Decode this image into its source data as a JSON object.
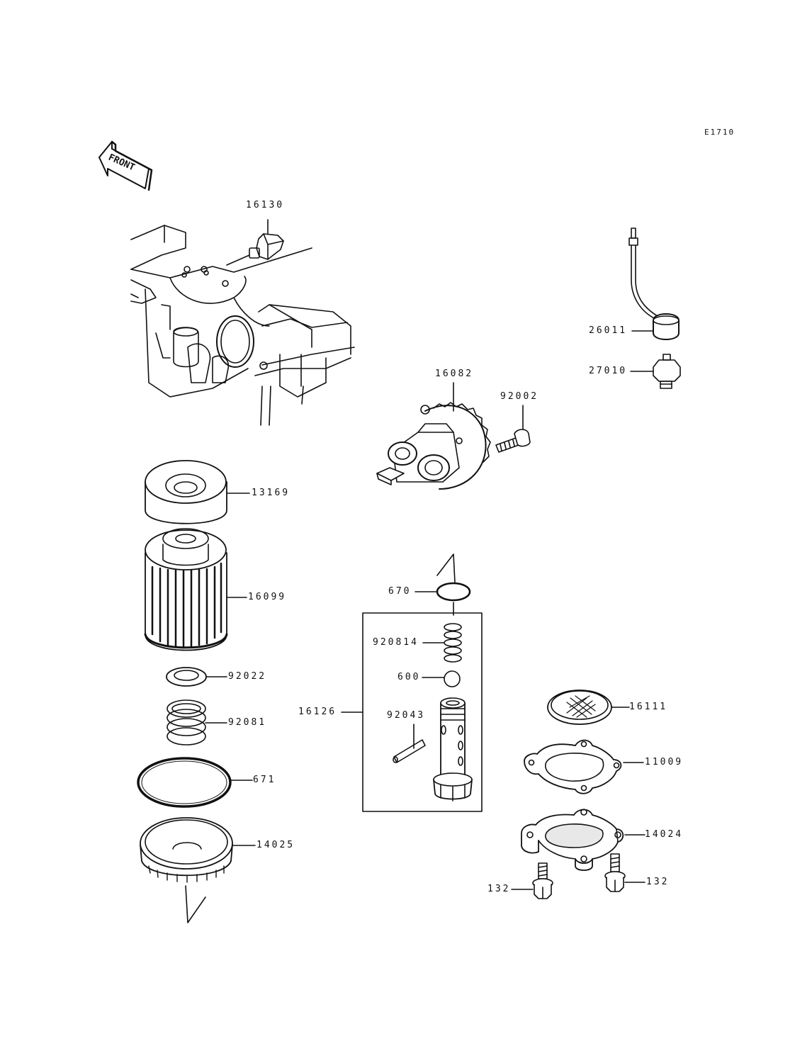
{
  "diagram": {
    "code": "E1710",
    "front_label": "FRONT",
    "colors": {
      "ink": "#111111",
      "paper": "#ffffff",
      "gray": "#777777"
    }
  },
  "parts": {
    "p16130": "16130",
    "p26011": "26011",
    "p27010": "27010",
    "p16082": "16082",
    "p92002": "92002",
    "p13169": "13169",
    "p16099": "16099",
    "p670": "670",
    "p920814": "920814",
    "p600": "600",
    "p16126": "16126",
    "p92043": "92043",
    "p92022": "92022",
    "p92081": "92081",
    "p671": "671",
    "p14025": "14025",
    "p16111": "16111",
    "p11009": "11009",
    "p14024": "14024",
    "p132_left": "132",
    "p132_right": "132"
  }
}
